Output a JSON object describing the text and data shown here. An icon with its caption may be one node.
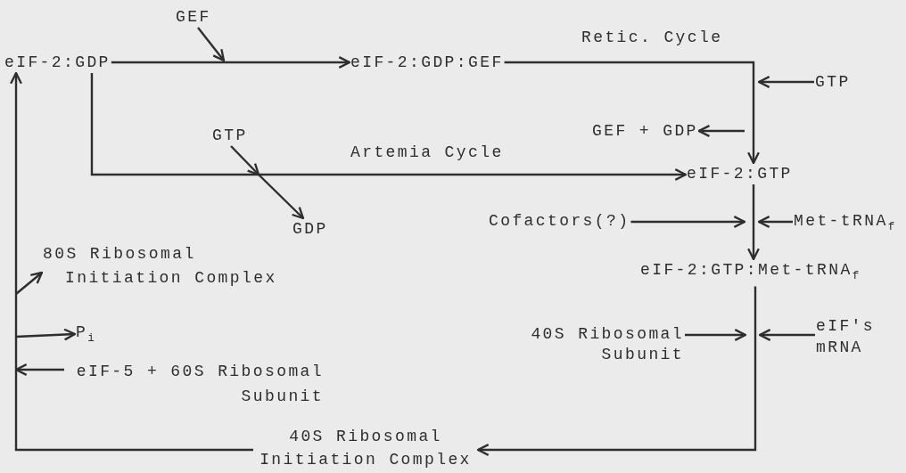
{
  "diagram": {
    "nodes": [
      {
        "text": [
          "eIF-2:GDP"
        ]
      },
      {
        "text": [
          "GEF"
        ]
      },
      {
        "text": [
          "eIF-2:GDP:GEF"
        ]
      },
      {
        "text": [
          "GTP"
        ]
      },
      {
        "text": [
          "GEF + GDP"
        ]
      },
      {
        "text": [
          "GTP"
        ]
      },
      {
        "text": [
          "eIF-2:GTP"
        ]
      },
      {
        "text": [
          "GDP"
        ]
      },
      {
        "text": [
          "Cofactors(?)"
        ]
      },
      {
        "text": [
          "Met-tRNA$_{f}$"
        ]
      },
      {
        "text": [
          "eIF-2:GTP:Met-tRNA$_{f}$"
        ]
      },
      {
        "text": [
          "80S Ribosomal Initiation Complex"
        ]
      },
      {
        "text": [
          "P$_{i}$"
        ]
      },
      {
        "text": [
          "eIF-5 + 60S Ribosomal Subunit"
        ]
      },
      {
        "text": [
          "40S Ribosomal Subunit"
        ]
      },
      {
        "text": [
          "eIF's mRNA"
        ]
      },
      {
        "text": [
          "40S Ribosomal Initiation Complex"
        ]
      }
    ],
    "edges": [
      {
        "from": 0,
        "to": 2,
        "arrow": "to"
      },
      {
        "from": 1,
        "to": null,
        "arrow": "to"
      },
      {
        "from": 2,
        "to": 6,
        "arrow": "to",
        "label": "Retic. Cycle"
      },
      {
        "from": 3,
        "to": null,
        "arrow": "to"
      },
      {
        "from": null,
        "to": 4,
        "arrow": "to"
      },
      {
        "from": 0,
        "to": 6,
        "arrow": "to",
        "label": "Artemia Cycle"
      },
      {
        "from": 5,
        "to": null,
        "arrow": "to"
      },
      {
        "from": null,
        "to": 7,
        "arrow": "to"
      },
      {
        "from": 6,
        "to": 10,
        "arrow": "to"
      },
      {
        "from": 8,
        "to": null,
        "arrow": "to"
      },
      {
        "from": 9,
        "to": null,
        "arrow": "to"
      },
      {
        "from": 10,
        "to": 16,
        "arrow": "to"
      },
      {
        "from": 14,
        "to": null,
        "arrow": "to"
      },
      {
        "from": 15,
        "to": null,
        "arrow": "to"
      },
      {
        "from": 16,
        "to": 0,
        "arrow": "to"
      },
      {
        "from": null,
        "to": 11,
        "arrow": "to"
      },
      {
        "from": null,
        "to": 12,
        "arrow": "to"
      },
      {
        "from": 13,
        "to": null,
        "arrow": "to"
      }
    ]
  }
}
